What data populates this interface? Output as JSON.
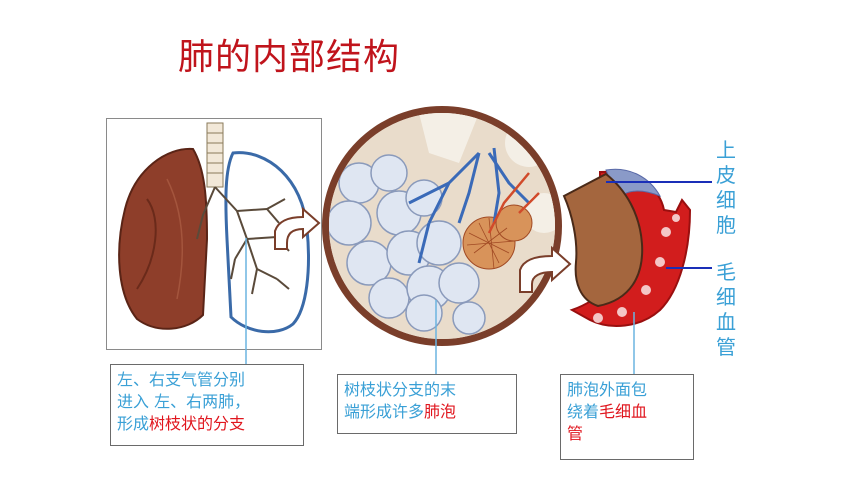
{
  "title": "肺的内部结构",
  "captions": {
    "bronchi": {
      "line1": "左、右支气管分别",
      "line2": "进入 左、右两肺，",
      "line3_plain": "形成",
      "line3_red": "树枝状的分支"
    },
    "alveoli": {
      "line1": "树枝状分支的末",
      "line2_plain": "端形成许多",
      "line2_red": "肺泡"
    },
    "capillary": {
      "line1": "肺泡外面包",
      "line2_plain": "绕着",
      "line2_red": "毛细血",
      "line3_red": "管"
    }
  },
  "labels": {
    "epithelium": [
      "上",
      "皮",
      "细",
      "胞"
    ],
    "capillaries": [
      "毛",
      "细",
      "血",
      "管"
    ]
  },
  "colors": {
    "title": "#c0141c",
    "highlight": "#e0161e",
    "caption_text": "#3aa0d6",
    "pointer_blue": "#1a2fb8",
    "leader_line": "#6ab4e0"
  }
}
